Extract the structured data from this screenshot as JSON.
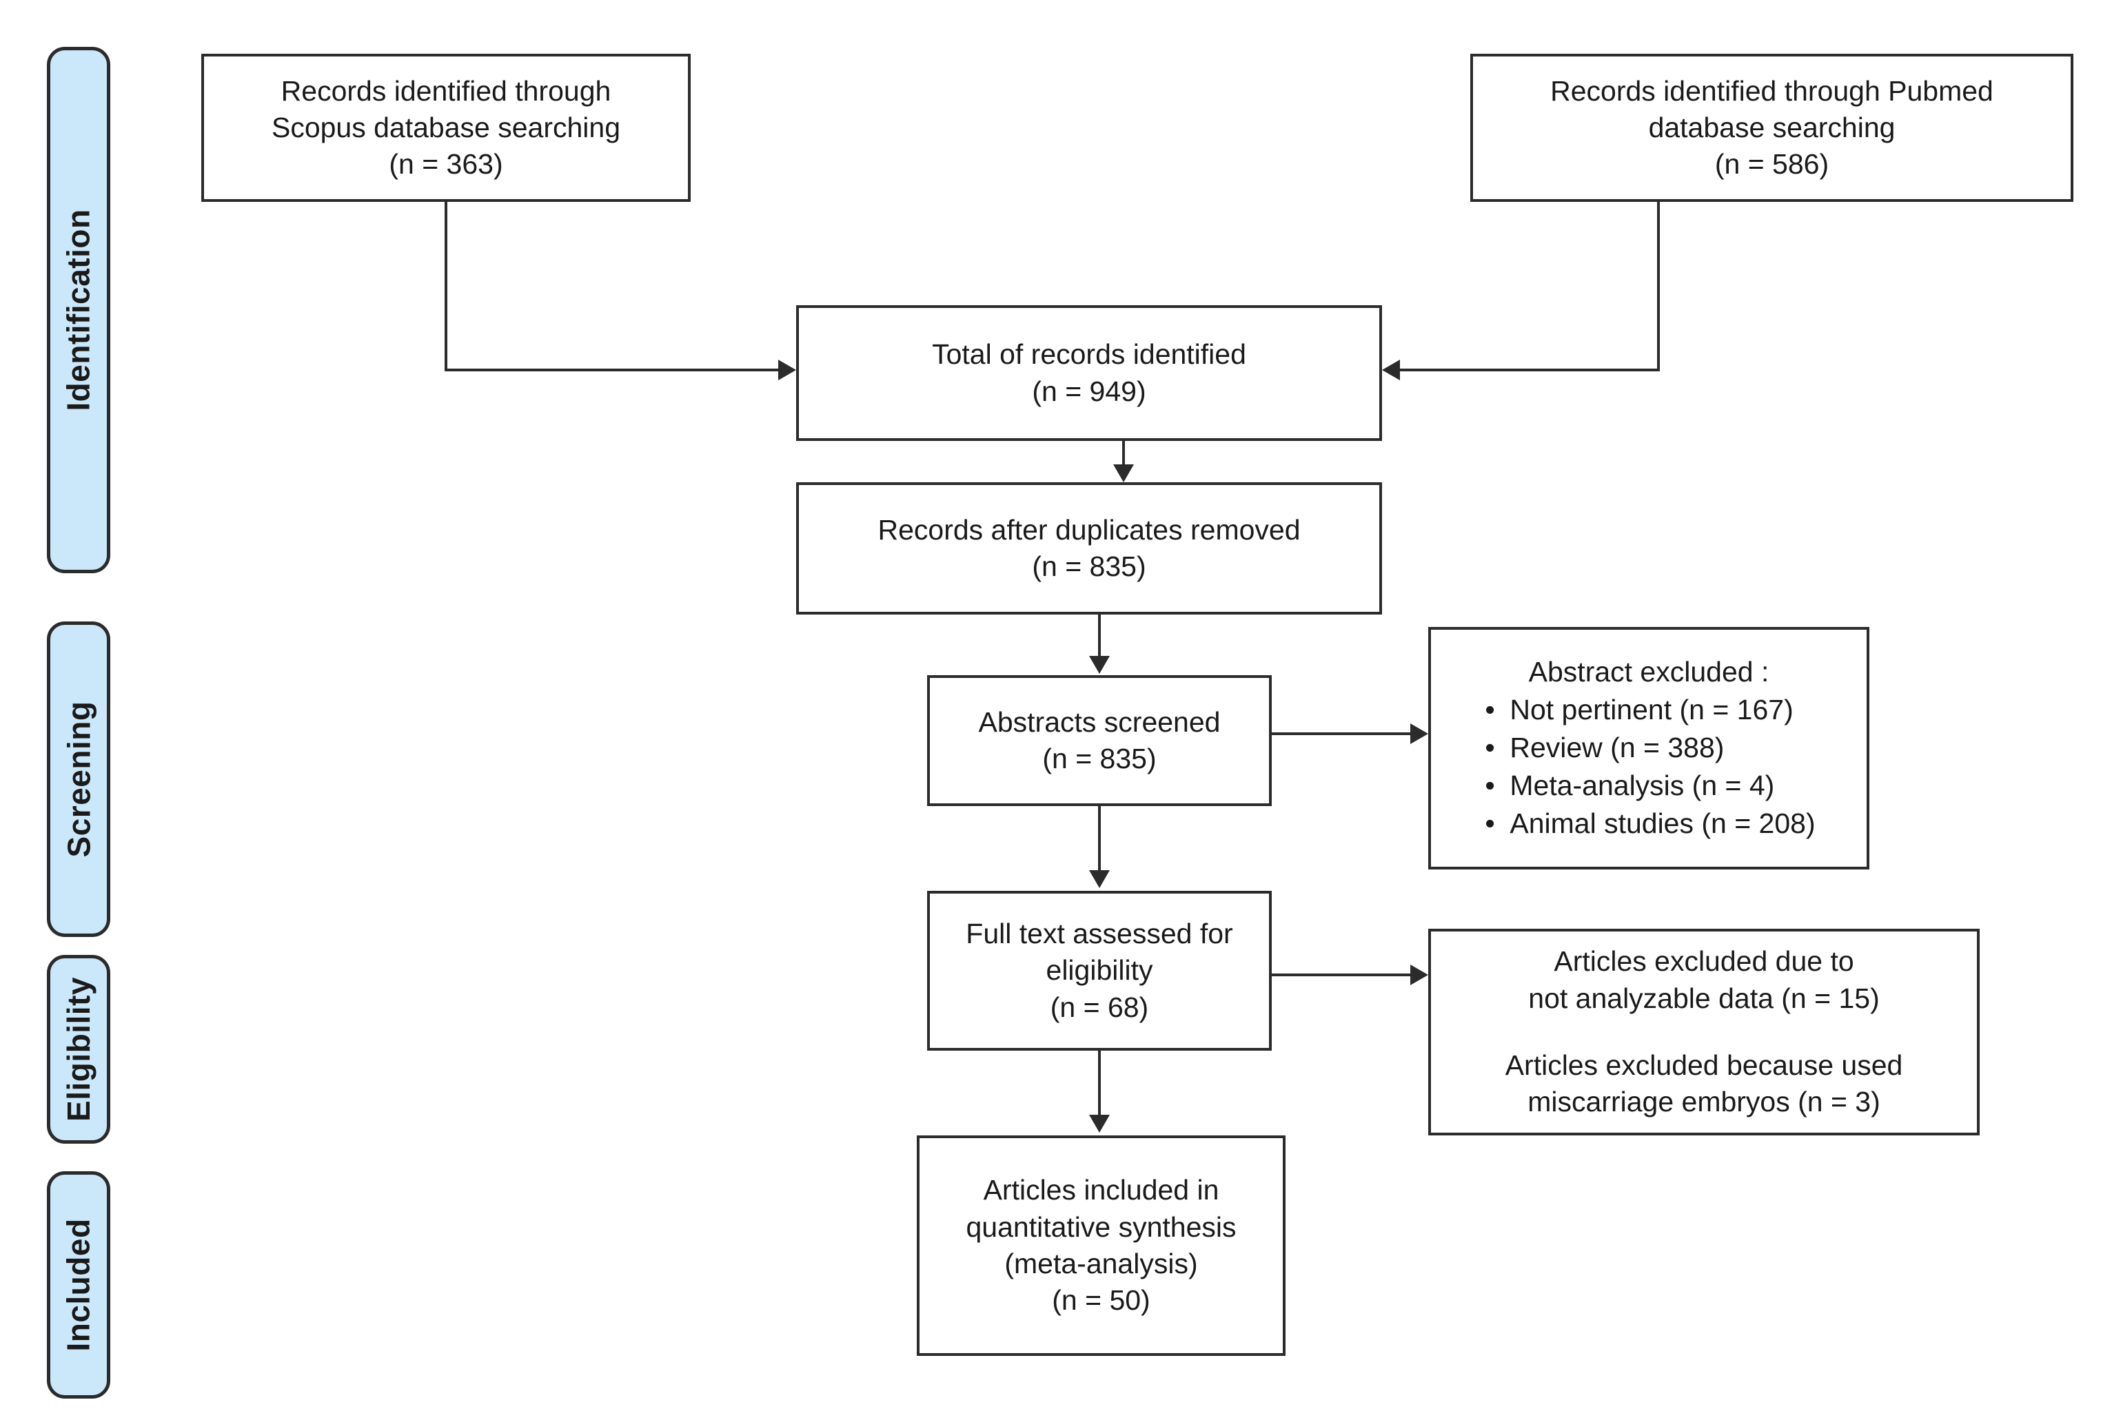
{
  "diagram": {
    "type": "prisma-flow-diagram",
    "stages": [
      {
        "id": "identification",
        "label": "Identification"
      },
      {
        "id": "screening",
        "label": "Screening"
      },
      {
        "id": "eligibility",
        "label": "Eligibility"
      },
      {
        "id": "included",
        "label": "Included"
      }
    ],
    "boxes": {
      "scopus": {
        "lines": [
          "Records identified through",
          "Scopus database searching",
          "(n = 363)"
        ],
        "n": 363
      },
      "pubmed": {
        "lines": [
          "Records identified through Pubmed",
          "database searching",
          "(n = 586)"
        ],
        "n": 586
      },
      "total_identified": {
        "lines": [
          "Total of records identified",
          "(n = 949)"
        ],
        "n": 949
      },
      "after_duplicates": {
        "lines": [
          "Records after duplicates removed",
          "(n = 835)"
        ],
        "n": 835
      },
      "abstracts_screened": {
        "lines": [
          "Abstracts screened",
          "(n = 835)"
        ],
        "n": 835
      },
      "abstract_excluded": {
        "title": "Abstract excluded :",
        "bullet_glyph": "•",
        "items": [
          "Not pertinent (n = 167)",
          "Review (n = 388)",
          "Meta-analysis (n = 4)",
          "Animal studies (n = 208)"
        ],
        "counts": {
          "not_pertinent": 167,
          "review": 388,
          "meta_analysis": 4,
          "animal_studies": 208
        }
      },
      "full_text": {
        "lines": [
          "Full text assessed for",
          "eligibility",
          "(n = 68)"
        ],
        "n": 68
      },
      "articles_excluded": {
        "para1_line1": "Articles excluded due to",
        "para1_line2": "not analyzable data (n = 15)",
        "para2_line1": "Articles excluded because used",
        "para2_line2": "miscarriage embryos (n = 3)",
        "counts": {
          "not_analyzable_data": 15,
          "miscarriage_embryos": 3
        }
      },
      "included_final": {
        "lines": [
          "Articles included in",
          "quantitative synthesis",
          "(meta-analysis)",
          "(n = 50)"
        ],
        "n": 50
      }
    },
    "colors": {
      "stage_fill": "#cbe8fb",
      "stroke": "#2b2b2b",
      "box_fill": "#ffffff",
      "text": "#1a1a1a"
    }
  }
}
